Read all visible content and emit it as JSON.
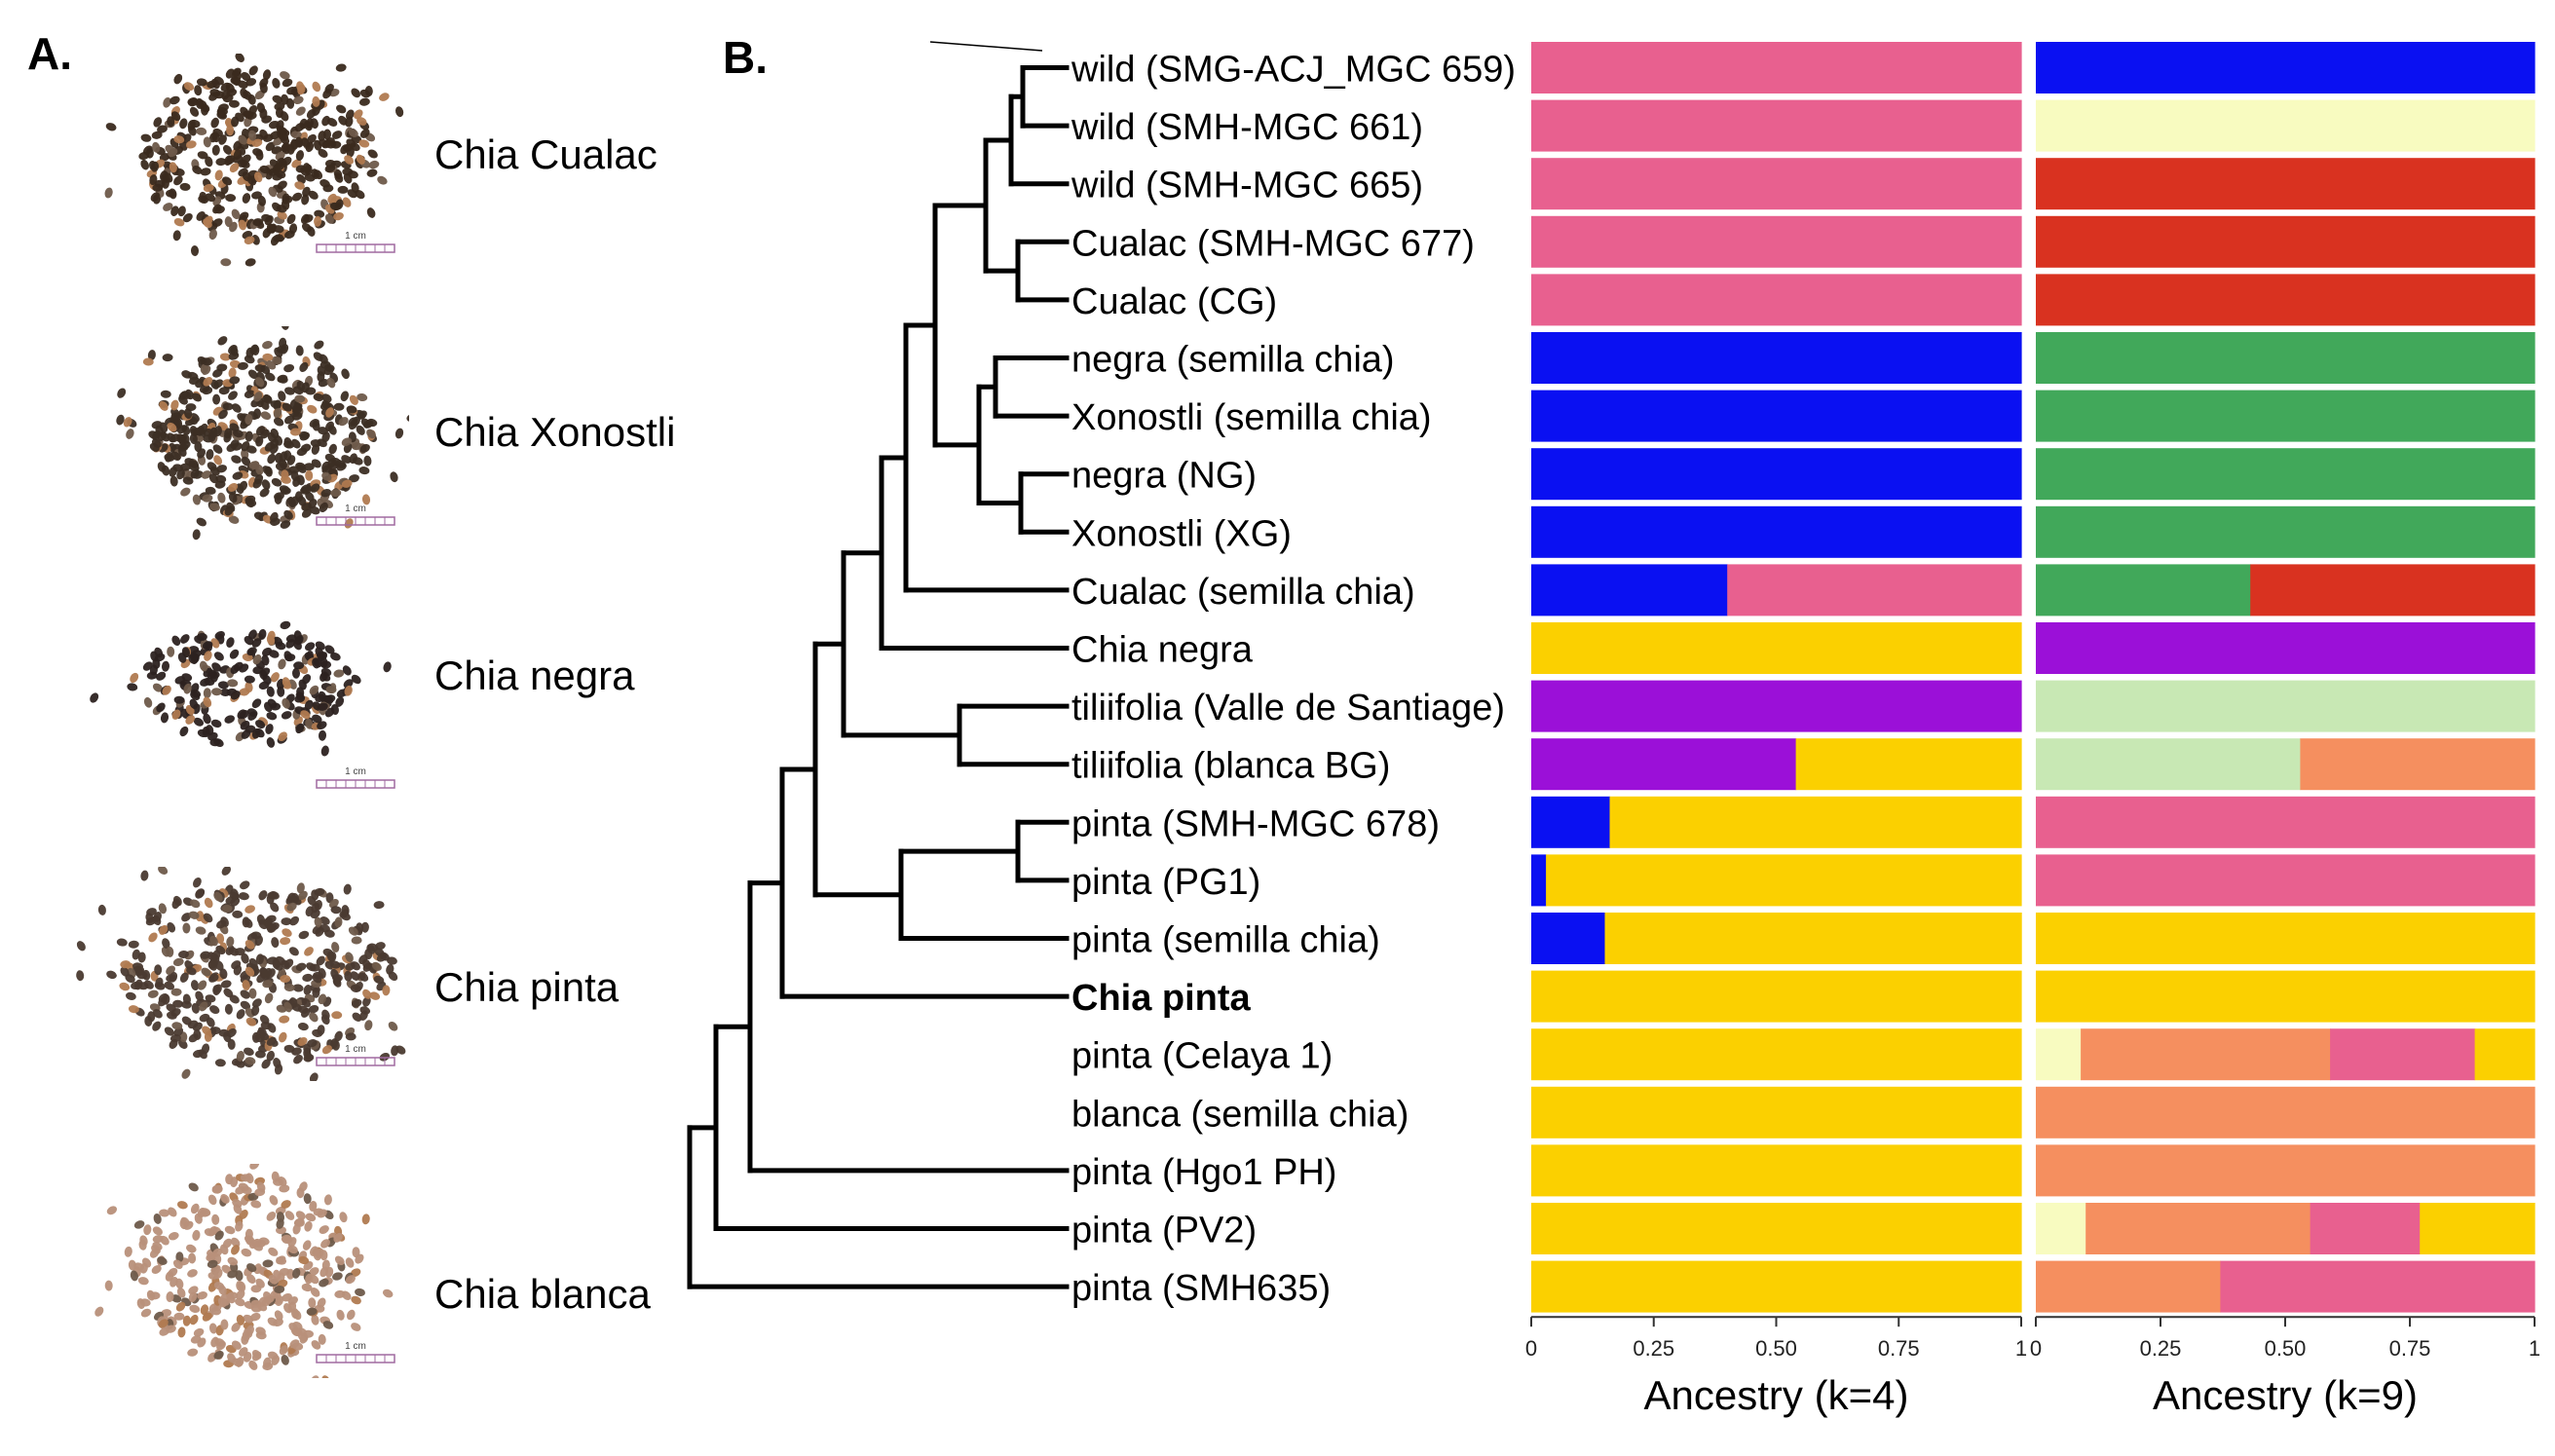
{
  "panel_a": {
    "letter": "A.",
    "seeds": [
      {
        "name": "Chia Cualac",
        "color": "#3a2a1e",
        "scale": "1 cm"
      },
      {
        "name": "Chia Xonostli",
        "color": "#3c2e24",
        "scale": "1 cm"
      },
      {
        "name": "Chia negra",
        "color": "#2c2220",
        "scale": "1 cm"
      },
      {
        "name": "Chia pinta",
        "color": "#4a3a30",
        "scale": "1 cm"
      },
      {
        "name": "Chia blanca",
        "color": "#b8907a",
        "scale": "1 cm"
      }
    ]
  },
  "panel_b": {
    "letter": "B.",
    "taxa": [
      {
        "label": "wild (SMG-ACJ_MGC 659)",
        "bold": false
      },
      {
        "label": "wild (SMH-MGC 661)",
        "bold": false
      },
      {
        "label": "wild (SMH-MGC 665)",
        "bold": false
      },
      {
        "label": "Cualac (SMH-MGC 677)",
        "bold": false
      },
      {
        "label": "Cualac (CG)",
        "bold": false
      },
      {
        "label": "negra (semilla chia)",
        "bold": false
      },
      {
        "label": "Xonostli (semilla chia)",
        "bold": false
      },
      {
        "label": "negra (NG)",
        "bold": false
      },
      {
        "label": "Xonostli (XG)",
        "bold": false
      },
      {
        "label": "Cualac (semilla chia)",
        "bold": false
      },
      {
        "label": "Chia negra",
        "bold": false
      },
      {
        "label": "tiliifolia (Valle de Santiage)",
        "bold": false
      },
      {
        "label": "tiliifolia (blanca BG)",
        "bold": false
      },
      {
        "label": "pinta (SMH-MGC 678)",
        "bold": false
      },
      {
        "label": "pinta (PG1)",
        "bold": false
      },
      {
        "label": "pinta (semilla chia)",
        "bold": false
      },
      {
        "label": "Chia pinta",
        "bold": true
      },
      {
        "label": "pinta (Celaya 1)",
        "bold": false
      },
      {
        "label": "blanca (semilla chia)",
        "bold": false
      },
      {
        "label": "pinta (Hgo1 PH)",
        "bold": false
      },
      {
        "label": "pinta (PV2)",
        "bold": false
      },
      {
        "label": "pinta (SMH635)",
        "bold": false
      }
    ]
  },
  "chart_data": [
    {
      "type": "bar",
      "orientation": "horizontal-stacked",
      "xlabel": "Ancestry (k=4)",
      "xlim": [
        0,
        1
      ],
      "xticks": [
        "0",
        "0.25",
        "0.50",
        "0.75",
        "1"
      ],
      "categories": [
        "wild (SMG-ACJ_MGC 659)",
        "wild (SMH-MGC 661)",
        "wild (SMH-MGC 665)",
        "Cualac (SMH-MGC 677)",
        "Cualac (CG)",
        "negra (semilla chia)",
        "Xonostli (semilla chia)",
        "negra (NG)",
        "Xonostli (XG)",
        "Cualac (semilla chia)",
        "Chia negra",
        "tiliifolia (Valle de Santiage)",
        "tiliifolia (blanca BG)",
        "pinta (SMH-MGC 678)",
        "pinta (PG1)",
        "pinta (semilla chia)",
        "Chia pinta",
        "pinta (Celaya 1)",
        "blanca (semilla chia)",
        "pinta (Hgo1 PH)",
        "pinta (PV2)",
        "pinta (SMH635)"
      ],
      "bars": [
        [
          {
            "color": "#e8608f",
            "value": 1.0
          }
        ],
        [
          {
            "color": "#e8608f",
            "value": 1.0
          }
        ],
        [
          {
            "color": "#e8608f",
            "value": 1.0
          }
        ],
        [
          {
            "color": "#e8608f",
            "value": 1.0
          }
        ],
        [
          {
            "color": "#e8608f",
            "value": 1.0
          }
        ],
        [
          {
            "color": "#0a10f2",
            "value": 1.0
          }
        ],
        [
          {
            "color": "#0a10f2",
            "value": 1.0
          }
        ],
        [
          {
            "color": "#0a10f2",
            "value": 1.0
          }
        ],
        [
          {
            "color": "#0a10f2",
            "value": 1.0
          }
        ],
        [
          {
            "color": "#0a10f2",
            "value": 0.4
          },
          {
            "color": "#e8608f",
            "value": 0.6
          }
        ],
        [
          {
            "color": "#fbd000",
            "value": 1.0
          }
        ],
        [
          {
            "color": "#9b10d8",
            "value": 1.0
          }
        ],
        [
          {
            "color": "#9b10d8",
            "value": 0.54
          },
          {
            "color": "#fbd000",
            "value": 0.46
          }
        ],
        [
          {
            "color": "#0a10f2",
            "value": 0.16
          },
          {
            "color": "#fbd000",
            "value": 0.84
          }
        ],
        [
          {
            "color": "#0a10f2",
            "value": 0.03
          },
          {
            "color": "#fbd000",
            "value": 0.97
          }
        ],
        [
          {
            "color": "#0a10f2",
            "value": 0.15
          },
          {
            "color": "#fbd000",
            "value": 0.85
          }
        ],
        [
          {
            "color": "#fbd000",
            "value": 1.0
          }
        ],
        [
          {
            "color": "#fbd000",
            "value": 1.0
          }
        ],
        [
          {
            "color": "#fbd000",
            "value": 1.0
          }
        ],
        [
          {
            "color": "#fbd000",
            "value": 1.0
          }
        ],
        [
          {
            "color": "#fbd000",
            "value": 1.0
          }
        ],
        [
          {
            "color": "#fbd000",
            "value": 1.0
          }
        ]
      ]
    },
    {
      "type": "bar",
      "orientation": "horizontal-stacked",
      "xlabel": "Ancestry (k=9)",
      "xlim": [
        0,
        1
      ],
      "xticks": [
        "0",
        "0.25",
        "0.50",
        "0.75",
        "1"
      ],
      "categories": [
        "wild (SMG-ACJ_MGC 659)",
        "wild (SMH-MGC 661)",
        "wild (SMH-MGC 665)",
        "Cualac (SMH-MGC 677)",
        "Cualac (CG)",
        "negra (semilla chia)",
        "Xonostli (semilla chia)",
        "negra (NG)",
        "Xonostli (XG)",
        "Cualac (semilla chia)",
        "Chia negra",
        "tiliifolia (Valle de Santiage)",
        "tiliifolia (blanca BG)",
        "pinta (SMH-MGC 678)",
        "pinta (PG1)",
        "pinta (semilla chia)",
        "Chia pinta",
        "pinta (Celaya 1)",
        "blanca (semilla chia)",
        "pinta (Hgo1 PH)",
        "pinta (PV2)",
        "pinta (SMH635)"
      ],
      "bars": [
        [
          {
            "color": "#0a10f2",
            "value": 1.0
          }
        ],
        [
          {
            "color": "#f8fbc0",
            "value": 1.0
          }
        ],
        [
          {
            "color": "#d93220",
            "value": 1.0
          }
        ],
        [
          {
            "color": "#d93220",
            "value": 1.0
          }
        ],
        [
          {
            "color": "#d93220",
            "value": 1.0
          }
        ],
        [
          {
            "color": "#41a85a",
            "value": 1.0
          }
        ],
        [
          {
            "color": "#41a85a",
            "value": 1.0
          }
        ],
        [
          {
            "color": "#41a85a",
            "value": 1.0
          }
        ],
        [
          {
            "color": "#41a85a",
            "value": 1.0
          }
        ],
        [
          {
            "color": "#41a85a",
            "value": 0.43
          },
          {
            "color": "#d93220",
            "value": 0.57
          }
        ],
        [
          {
            "color": "#9b10d8",
            "value": 1.0
          }
        ],
        [
          {
            "color": "#c8e8b4",
            "value": 1.0
          }
        ],
        [
          {
            "color": "#c8e8b4",
            "value": 0.53
          },
          {
            "color": "#f58f5f",
            "value": 0.47
          }
        ],
        [
          {
            "color": "#e8608f",
            "value": 1.0
          }
        ],
        [
          {
            "color": "#e8608f",
            "value": 1.0
          }
        ],
        [
          {
            "color": "#fbd000",
            "value": 1.0
          }
        ],
        [
          {
            "color": "#fbd000",
            "value": 1.0
          }
        ],
        [
          {
            "color": "#f8fbc0",
            "value": 0.09
          },
          {
            "color": "#f58f5f",
            "value": 0.5
          },
          {
            "color": "#e8608f",
            "value": 0.29
          },
          {
            "color": "#fbd000",
            "value": 0.12
          }
        ],
        [
          {
            "color": "#f58f5f",
            "value": 1.0
          }
        ],
        [
          {
            "color": "#f58f5f",
            "value": 1.0
          }
        ],
        [
          {
            "color": "#f8fbc0",
            "value": 0.1
          },
          {
            "color": "#f58f5f",
            "value": 0.45
          },
          {
            "color": "#e8608f",
            "value": 0.22
          },
          {
            "color": "#fbd000",
            "value": 0.23
          }
        ],
        [
          {
            "color": "#f58f5f",
            "value": 0.37
          },
          {
            "color": "#e8608f",
            "value": 0.63
          }
        ]
      ]
    }
  ]
}
